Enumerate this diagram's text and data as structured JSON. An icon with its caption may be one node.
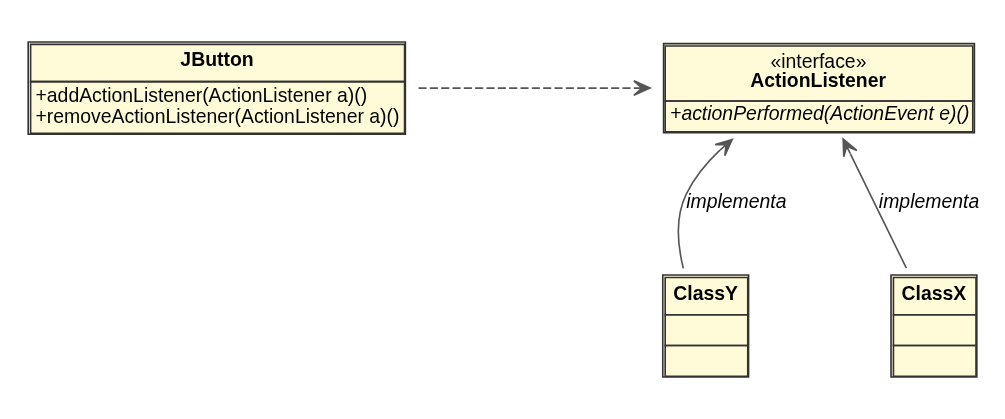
{
  "diagram": {
    "nodes": [
      {
        "text": [
          "JButton",
          "+addActionListener(ActionListener a)()",
          "+removeActionListener(ActionListener a)()"
        ]
      },
      {
        "text": [
          "«interface»",
          "ActionListener",
          "+actionPerformed(ActionEvent e)()"
        ]
      },
      {
        "text": [
          "ClassY"
        ]
      },
      {
        "text": [
          "ClassX"
        ]
      }
    ],
    "edges": [
      {
        "from": 0,
        "to": 1,
        "arrow": "to",
        "style": "dashed"
      },
      {
        "from": 2,
        "to": 1,
        "arrow": "to",
        "label": "implementa"
      },
      {
        "from": 3,
        "to": 1,
        "arrow": "to",
        "label": "implementa"
      }
    ]
  }
}
